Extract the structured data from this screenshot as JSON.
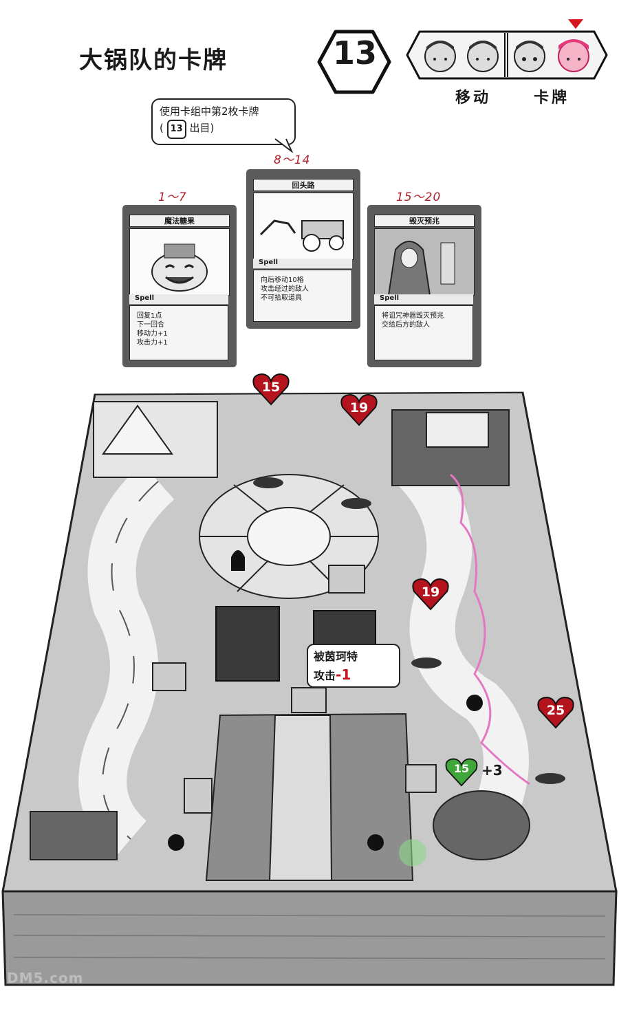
{
  "header": {
    "title": "大锅队的卡牌",
    "roll_number": "13",
    "turn_order_labels": [
      "移动",
      "卡牌"
    ]
  },
  "instruction": {
    "line1": "使用卡组中第2枚卡牌",
    "line2_prefix": "(",
    "line2_num": "13",
    "line2_suffix": "出目)"
  },
  "cards": [
    {
      "range": "1～7",
      "title": "魔法糖果",
      "type": "Spell",
      "desc": [
        "回复1点",
        "下一回合",
        "移动力+1",
        "攻击力+1"
      ]
    },
    {
      "range": "8～14",
      "title": "回头路",
      "type": "Spell",
      "desc": [
        "向后移动10格",
        "攻击经过的敌人",
        "不可拾取道具"
      ]
    },
    {
      "range": "15～20",
      "title": "毁灭预兆",
      "type": "Spell",
      "desc": [
        "将诅咒神器毁灭预兆",
        "交给后方的敌人"
      ]
    }
  ],
  "board": {
    "hp_markers": [
      "15",
      "19",
      "19",
      "25",
      "15"
    ],
    "attack_bubble": {
      "line1": "被茵珂特",
      "line2_prefix": "攻击",
      "line2_value": "-1"
    },
    "bonus_text": "+3"
  },
  "watermark": "DM5.com",
  "colors": {
    "heart_red": "#b3141d",
    "heart_green": "#3fa63a",
    "path_pink": "#e377c2",
    "accent_red": "#c4141e"
  }
}
